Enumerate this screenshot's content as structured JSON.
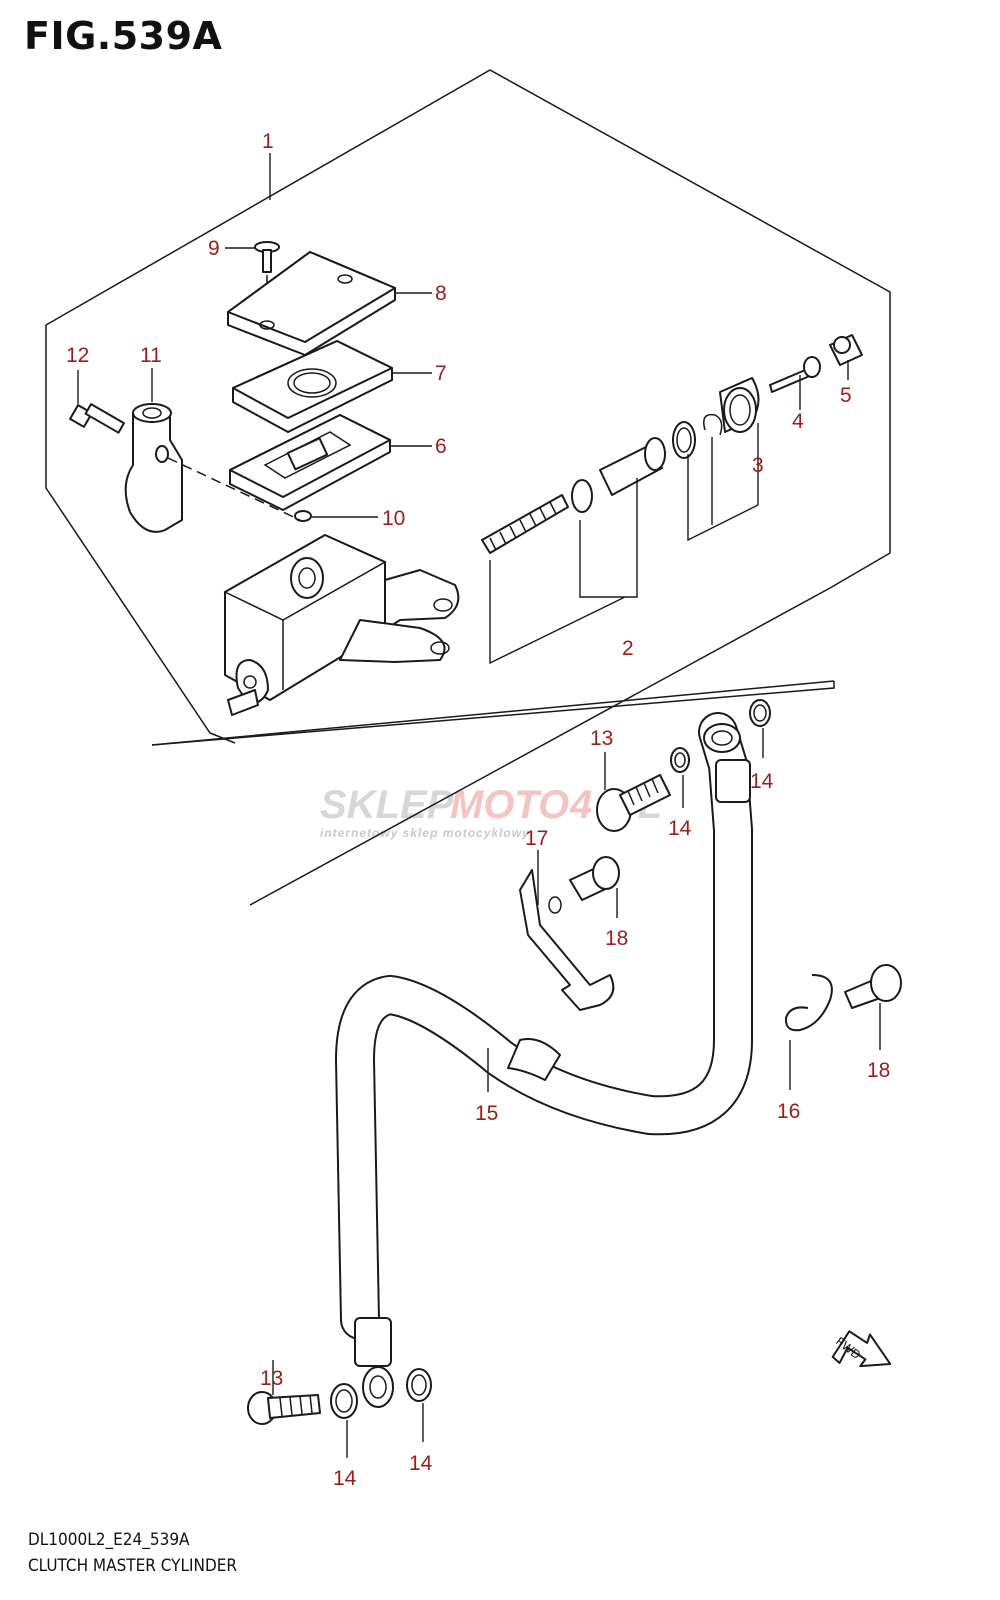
{
  "figure": {
    "title": "FIG.539A",
    "code": "DL1000L2_E24_539A",
    "name": "CLUTCH MASTER CYLINDER"
  },
  "watermark": {
    "brand_a": "SKLEP",
    "brand_b": "MOTO",
    "brand_c": "4",
    "brand_d": ".PL",
    "tagline": "internetowy sklep motocyklowy"
  },
  "fwd_label": "FWD",
  "callouts": [
    {
      "num": "1"
    },
    {
      "num": "2"
    },
    {
      "num": "3"
    },
    {
      "num": "4"
    },
    {
      "num": "5"
    },
    {
      "num": "6"
    },
    {
      "num": "7"
    },
    {
      "num": "8"
    },
    {
      "num": "9"
    },
    {
      "num": "10"
    },
    {
      "num": "11"
    },
    {
      "num": "12"
    },
    {
      "num": "13"
    },
    {
      "num": "14"
    },
    {
      "num": "14"
    },
    {
      "num": "15"
    },
    {
      "num": "16"
    },
    {
      "num": "17"
    },
    {
      "num": "18"
    },
    {
      "num": "18"
    },
    {
      "num": "13"
    },
    {
      "num": "14"
    },
    {
      "num": "14"
    }
  ],
  "colors": {
    "callout": "#9b1c1c",
    "line": "#1a1a1a"
  }
}
